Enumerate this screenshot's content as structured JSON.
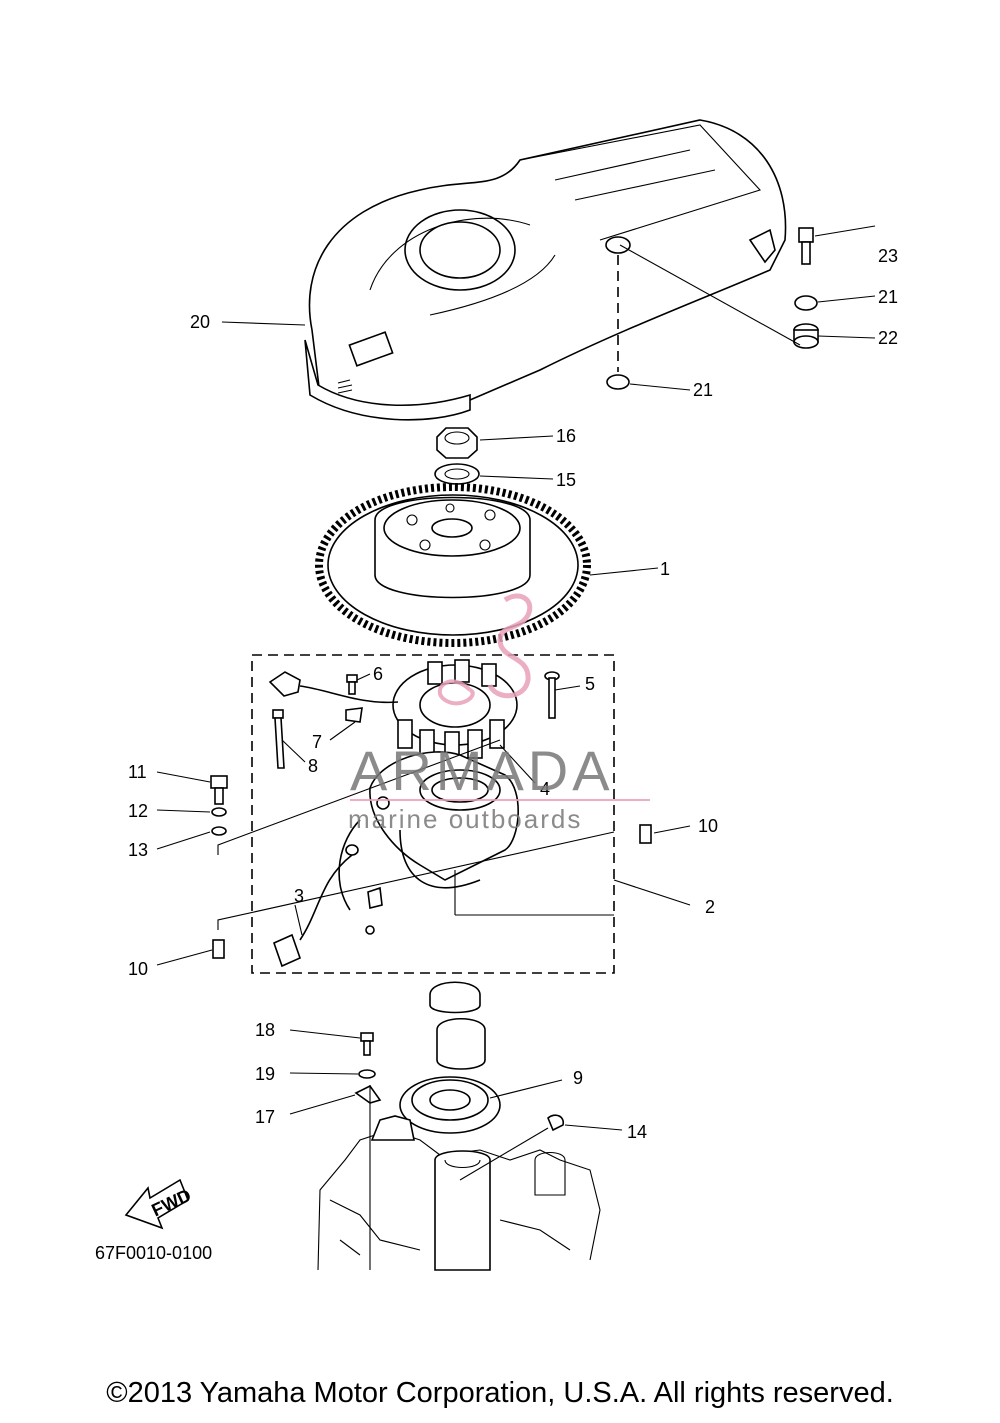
{
  "diagram_code": "67F0010-0100",
  "copyright": "©2013 Yamaha Motor Corporation, U.S.A. All rights reserved.",
  "fwd_arrow_label": "FWD",
  "watermark": {
    "brand": "ARMADA",
    "tagline": "marine outboards",
    "accent_color": "#e8a0b8"
  },
  "callouts": [
    {
      "id": "c23",
      "label": "23"
    },
    {
      "id": "c21a",
      "label": "21"
    },
    {
      "id": "c22",
      "label": "22"
    },
    {
      "id": "c20",
      "label": "20"
    },
    {
      "id": "c21b",
      "label": "21"
    },
    {
      "id": "c16",
      "label": "16"
    },
    {
      "id": "c15",
      "label": "15"
    },
    {
      "id": "c1",
      "label": "1"
    },
    {
      "id": "c6",
      "label": "6"
    },
    {
      "id": "c5",
      "label": "5"
    },
    {
      "id": "c7",
      "label": "7"
    },
    {
      "id": "c8",
      "label": "8"
    },
    {
      "id": "c4",
      "label": "4"
    },
    {
      "id": "c11",
      "label": "11"
    },
    {
      "id": "c12",
      "label": "12"
    },
    {
      "id": "c13",
      "label": "13"
    },
    {
      "id": "c10a",
      "label": "10"
    },
    {
      "id": "c2",
      "label": "2"
    },
    {
      "id": "c3",
      "label": "3"
    },
    {
      "id": "c10b",
      "label": "10"
    },
    {
      "id": "c18",
      "label": "18"
    },
    {
      "id": "c9",
      "label": "9"
    },
    {
      "id": "c19",
      "label": "19"
    },
    {
      "id": "c17",
      "label": "17"
    },
    {
      "id": "c14",
      "label": "14"
    }
  ]
}
